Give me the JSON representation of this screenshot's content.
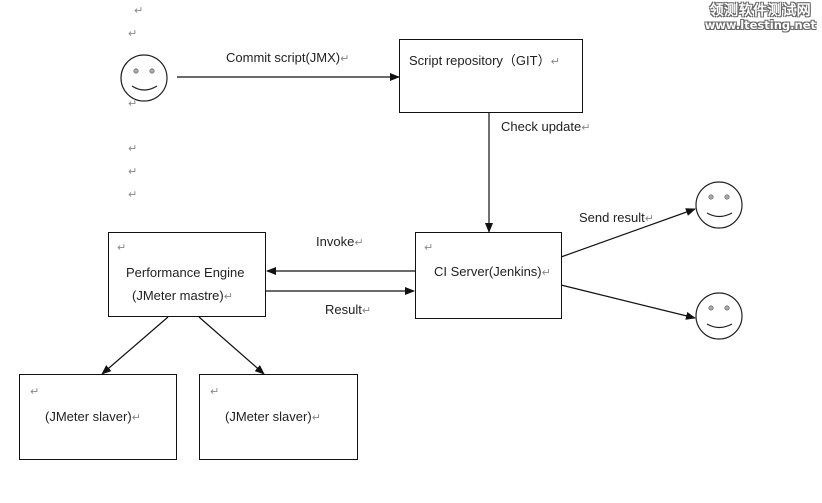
{
  "watermark": {
    "title_cn": "领测软件测试网",
    "url": "www.ltesting.net"
  },
  "paragraph_mark": "↵",
  "nodes": {
    "developer": {
      "label": "",
      "icon": "smiley-face"
    },
    "script_repo": {
      "label": "Script repository（GIT）"
    },
    "ci_server": {
      "label": "CI Server(Jenkins)"
    },
    "perf_engine": {
      "line1": "Performance  Engine",
      "line2": "(JMeter mastre)"
    },
    "slave_1": {
      "label": "(JMeter slaver)"
    },
    "slave_2": {
      "label": "(JMeter slaver)"
    },
    "recipient_1": {
      "icon": "smiley-face"
    },
    "recipient_2": {
      "icon": "smiley-face"
    }
  },
  "edges": {
    "commit": {
      "label": "Commit script(JMX)",
      "from": "developer",
      "to": "script_repo"
    },
    "check_update": {
      "label": "Check update",
      "from": "script_repo",
      "to": "ci_server"
    },
    "invoke": {
      "label": "Invoke",
      "from": "ci_server",
      "to": "perf_engine"
    },
    "result": {
      "label": "Result",
      "from": "perf_engine",
      "to": "ci_server"
    },
    "send_result": {
      "label": "Send result",
      "from": "ci_server",
      "to": "recipient_1"
    },
    "send_result_2": {
      "label": "",
      "from": "ci_server",
      "to": "recipient_2"
    },
    "to_slave_1": {
      "label": "",
      "from": "perf_engine",
      "to": "slave_1"
    },
    "to_slave_2": {
      "label": "",
      "from": "perf_engine",
      "to": "slave_2"
    }
  }
}
